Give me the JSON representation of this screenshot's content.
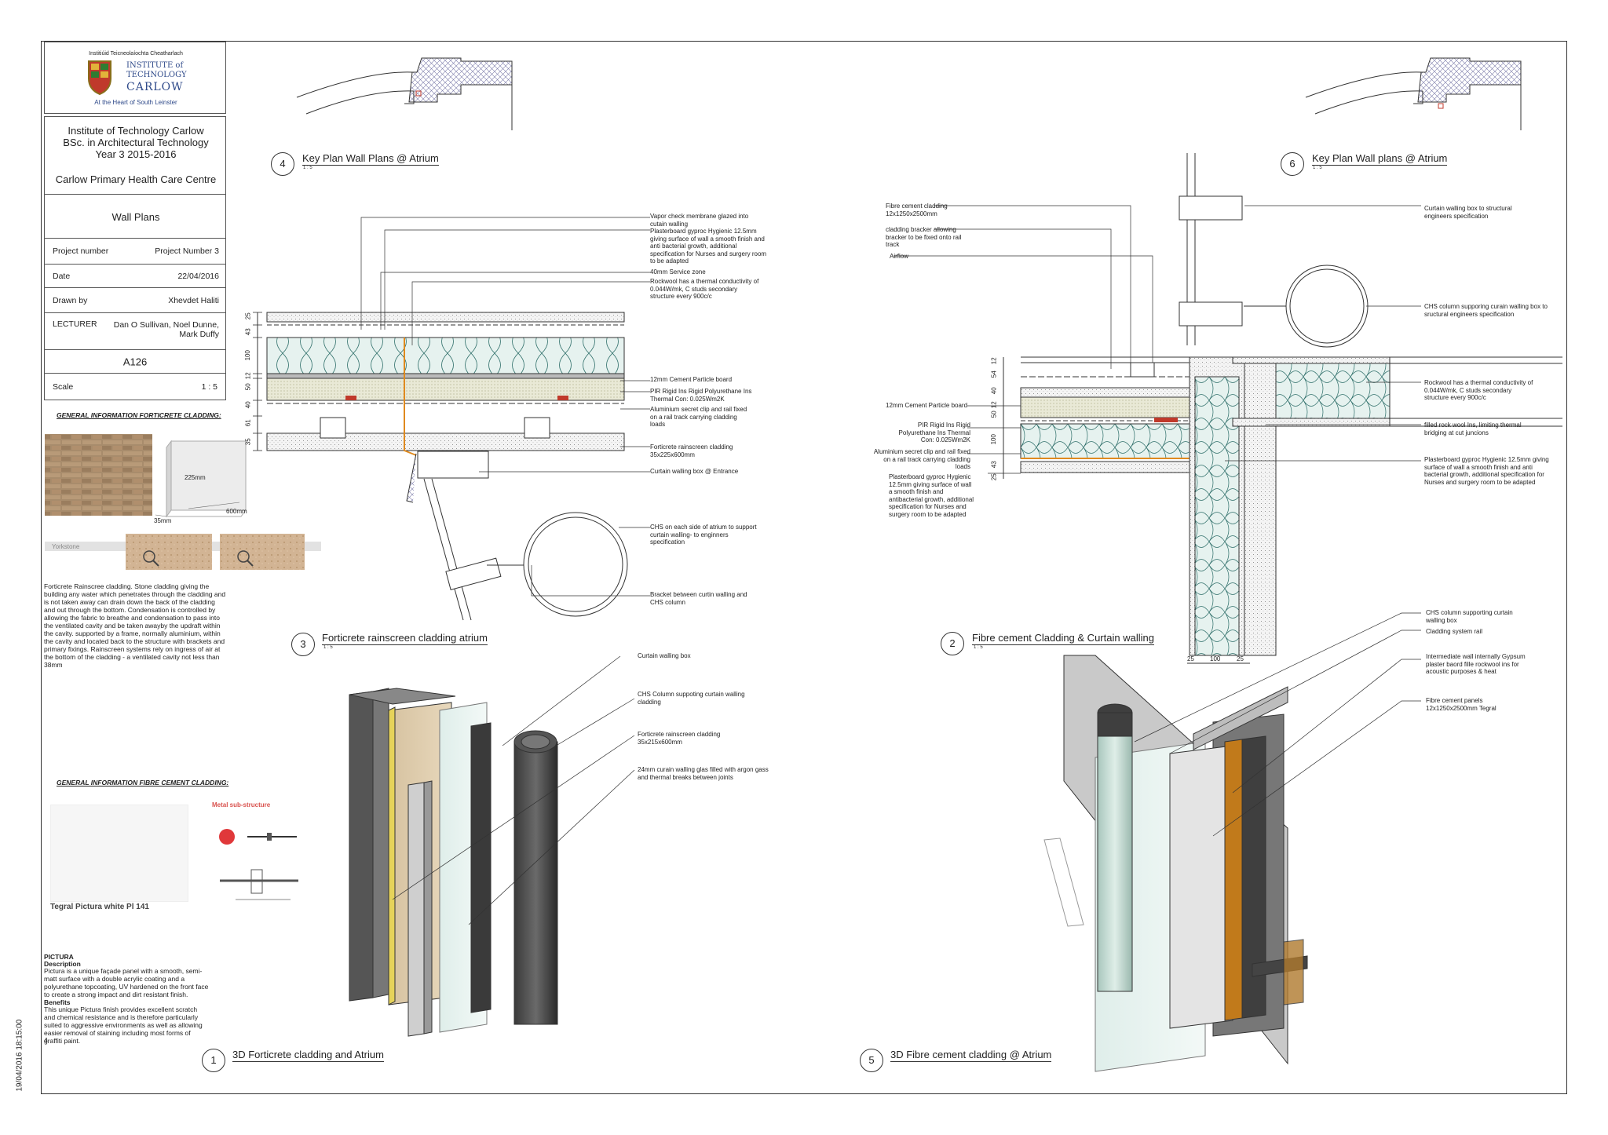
{
  "titleblock": {
    "logo_top": "Institiúid Teicneolaíochta Cheatharlach",
    "logo_line1": "INSTITUTE of",
    "logo_line2": "TECHNOLOGY",
    "logo_line3": "CARLOW",
    "logo_tag": "At the Heart of South Leinster",
    "inst": [
      "Institute of Technology Carlow",
      "BSc. in Architectural Technology",
      "Year 3  2015-2016"
    ],
    "project_name": "Carlow Primary Health Care Centre",
    "sheet_name": "Wall Plans",
    "rows": [
      {
        "label": "Project number",
        "value": "Project Number 3"
      },
      {
        "label": "Date",
        "value": "22/04/2016"
      },
      {
        "label": "Drawn by",
        "value": "Xhevdet Haliti"
      },
      {
        "label": "LECTURER",
        "value": "Dan O Sullivan, Noel Dunne, Mark Duffy"
      }
    ],
    "sheet_no": "A126",
    "scale_label": "Scale",
    "scale_value": "1 : 5"
  },
  "forticrete_info": {
    "heading": "GENERAL INFORMATION FORTICRETE CLADDING:",
    "dim1": "225mm",
    "dim2": "600mm",
    "dim3": "35mm",
    "swatch_label": "Yorkstone",
    "text": "Forticrete Rainscree cladding. Stone cladding giving the building any water which penetrates through the cladding and is not taken away can drain down the back of the cladding and out through  the bottom. Condensation is controlled by allowing the fabric to breathe and condensation to pass into the ventilated cavity and be taken awayby the updraft within the cavity. supported by a frame, normally aluminium,  within the cavity and located back to the structure with brackets and primary fixings. Rainscreen systems rely on ingress of air at the bottom of the  cladding - a ventilated cavity not less than 38mm"
  },
  "fibre_info": {
    "heading": "GENERAL INFORMATION FIBRE CEMENT CLADDING:",
    "panel_label": "Tegral Pictura white Pl 141",
    "substructure_label": "Metal sub-structure",
    "pictura_title": "PICTURA",
    "desc_head": "Description",
    "desc": "Pictura is a unique façade panel with a smooth, semi-matt surface with a double acrylic coating and a polyurethane topcoating, UV hardened on the front face to create a strong impact and dirt resistant finish.",
    "benefits_head": "Benefits",
    "benefits": "This unique Pictura finish provides excellent scratch and chemical resistance and is therefore particularly suited to aggressive environments as well as allowing easier removal of staining including most forms of graffiti paint.",
    "page_no": "4"
  },
  "timestamp": "19/04/2016 18:15:00",
  "views": [
    {
      "num": "4",
      "title": "Key Plan Wall Plans @ Atrium",
      "scale": "1 : 5"
    },
    {
      "num": "6",
      "title": "Key Plan Wall plans @ Atrium",
      "scale": "1 : 5"
    },
    {
      "num": "3",
      "title": "Forticrete rainscreen cladding atrium",
      "scale": "1 : 5"
    },
    {
      "num": "2",
      "title": "Fibre cement Cladding & Curtain walling",
      "scale": "1 : 5"
    },
    {
      "num": "1",
      "title": "3D Forticrete cladding and Atrium",
      "scale": ""
    },
    {
      "num": "5",
      "title": "3D Fibre cement cladding @ Atrium",
      "scale": ""
    }
  ],
  "view3_notes": [
    "Vapor check membrane glazed into cutain walling",
    "Plasterboard gyproc Hygienic 12.5mm giving surface of wall a smooth finish and anti bacterial growth, additional specification for Nurses and surgery room to be adapted",
    "40mm Service zone",
    "Rockwool has a thermal conductivity of 0.044W/mk, C studs secondary structure every 900c/c",
    "12mm Cement Particle board",
    "PIR Rigid Ins Rigid Polyurethane Ins Thermal Con: 0.025Wm2K",
    "Aluminium secret clip and rail fixed on a rail track carrying cladding loads",
    "Forticrete rainscreen cladding 35x225x600mm",
    "Curtain walling box @ Entrance",
    "CHS on each side of atrium to support curtain walling- to enginners specification",
    "Bracket between curtin walling and CHS column"
  ],
  "view3_dims": [
    "25",
    "43",
    "100",
    "12",
    "50",
    "40",
    "61",
    "35"
  ],
  "view2_left_notes": [
    "Fibre cement cladding 12x1250x2500mm",
    "cladding bracker allowing bracker to be fixed onto rail track",
    "Airflow",
    "12mm Cement Particle board",
    "PIR Rigid Ins Rigid Polyurethane Ins Thermal Con: 0.025Wm2K",
    "Aluminium secret clip and rail fixed on a rail track carrying cladding loads",
    "Plasterboard gyproc Hygienic 12.5mm giving surface of wall a  smooth finish and antibacterial growth, additional specification for Nurses and surgery room to be adapted"
  ],
  "view2_right_notes": [
    "Curtain walling box to structural engineers specification",
    "CHS column supporing curain walling box to sructural engineers specification",
    "Rockwool has a thermal conductivity of 0.044W/mk, C studs secondary structure every 900c/c",
    "filled rock wool Ins, limiting  thermal bridging at cut juncions",
    "Plasterboard gyproc Hygienic 12.5mm giving surface of wall a smooth finish and anti bacterial growth, additional specification for Nurses and surgery room to be adapted"
  ],
  "view2_dims": [
    "12",
    "54",
    "40",
    "12",
    "50",
    "100",
    "43",
    "25"
  ],
  "view2_bottom_dims": [
    "25",
    "100",
    "25"
  ],
  "view1_notes": [
    "Curtain walling box",
    "CHS Column suppoting curtain walling cladding",
    "Forticrete rainscreen cladding 35x215x600mm",
    "24mm curain walling glas filled with argon gass and thermal breaks between joints"
  ],
  "view5_notes": [
    "CHS column supporting curtain walling box",
    "Cladding system rail",
    "Intermediate wall internally Gypsum plaster baord fille rockwool ins for acoustic purposes & heat",
    "Fibre cement panels 12x1250x2500mm Tegral"
  ]
}
